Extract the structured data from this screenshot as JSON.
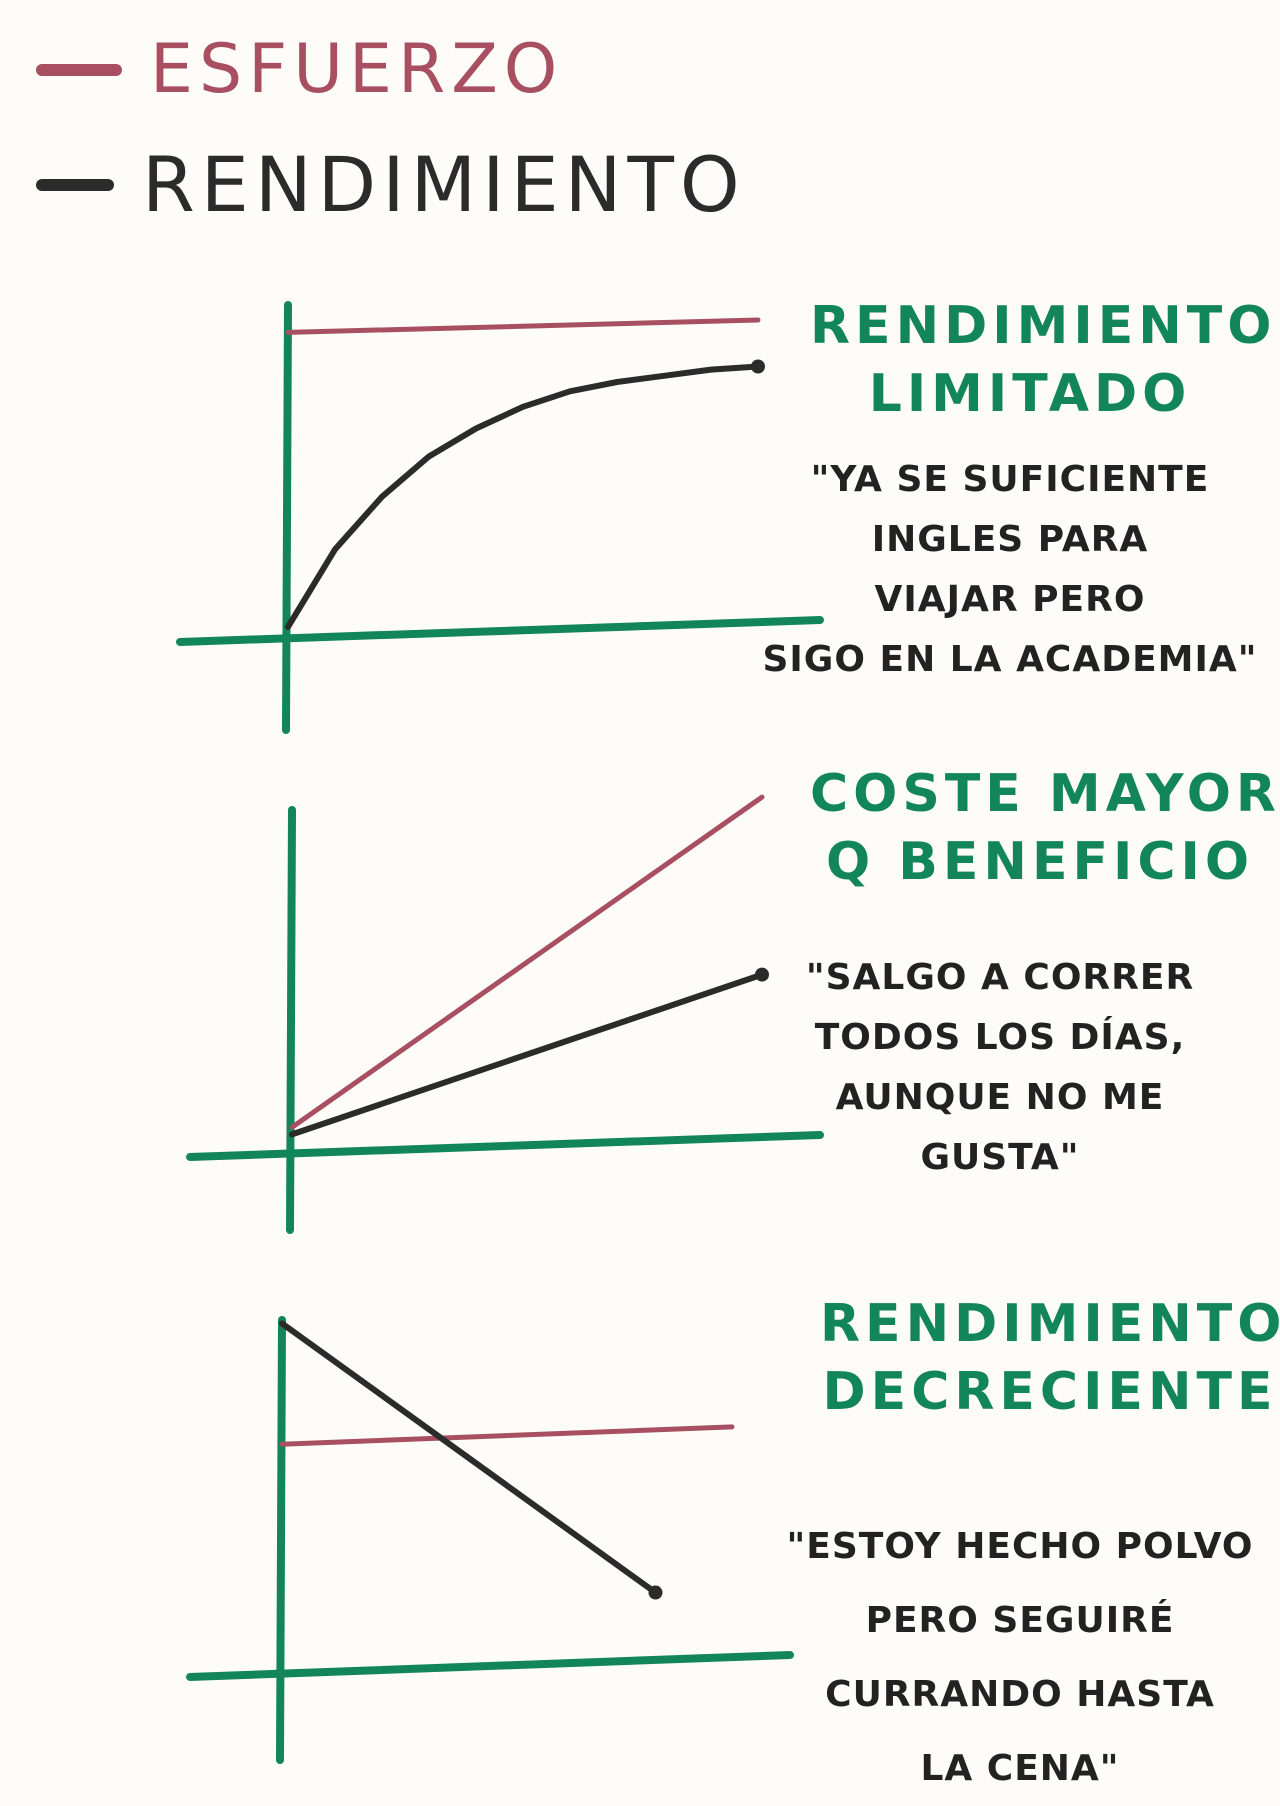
{
  "legend": {
    "effort_label": "ESFUERZO",
    "performance_label": "RENDIMIENTO"
  },
  "colors": {
    "effort": "#a84f62",
    "performance": "#2b2b2b",
    "axes": "#13855a",
    "title": "#13855a"
  },
  "chart_data": [
    {
      "type": "line",
      "title": "RENDIMIENTO LIMITADO",
      "annotation": "\"YA SE SUFICIENTE INGLES PARA VIAJAR PERO SIGO EN LA ACADEMIA\"",
      "xlim": [
        0,
        10
      ],
      "ylim": [
        0,
        10
      ],
      "series": [
        {
          "name": "ESFUERZO",
          "x": [
            0,
            10
          ],
          "y": [
            9.6,
            10
          ]
        },
        {
          "name": "RENDIMIENTO",
          "x": [
            0,
            1,
            2,
            3,
            4,
            5,
            6,
            7,
            8,
            9,
            10
          ],
          "y": [
            0.1,
            2.6,
            4.3,
            5.6,
            6.5,
            7.2,
            7.7,
            8.0,
            8.2,
            8.4,
            8.5
          ]
        }
      ]
    },
    {
      "type": "line",
      "title": "COSTE MAYOR Q BENEFICIO",
      "annotation": "\"SALGO A CORRER TODOS LOS DÍAS, AUNQUE NO ME GUSTA\"",
      "xlim": [
        0,
        10
      ],
      "ylim": [
        0,
        10
      ],
      "series": [
        {
          "name": "ESFUERZO",
          "x": [
            0,
            10
          ],
          "y": [
            0.5,
            9.8
          ]
        },
        {
          "name": "RENDIMIENTO",
          "x": [
            0,
            10
          ],
          "y": [
            0.3,
            4.8
          ]
        }
      ]
    },
    {
      "type": "line",
      "title": "RENDIMIENTO DECRECIENTE",
      "annotation": "\"ESTOY HECHO POLVO PERO SEGUIRÉ CURRANDO HASTA LA CENA\"",
      "xlim": [
        0,
        10
      ],
      "ylim": [
        0,
        10
      ],
      "series": [
        {
          "name": "ESFUERZO",
          "x": [
            0,
            10
          ],
          "y": [
            6.4,
            6.9
          ]
        },
        {
          "name": "RENDIMIENTO",
          "x": [
            0,
            8.3
          ],
          "y": [
            9.9,
            2.1
          ]
        }
      ]
    }
  ],
  "panels": [
    {
      "title_lines": [
        "RENDIMIENTO",
        "LIMITADO"
      ],
      "quote_lines": [
        "\"YA SE SUFICIENTE",
        "INGLES PARA",
        "VIAJAR PERO",
        "SIGO EN LA ACADEMIA\""
      ]
    },
    {
      "title_lines": [
        "COSTE MAYOR",
        "Q BENEFICIO"
      ],
      "quote_lines": [
        "\"SALGO A CORRER",
        "TODOS LOS DÍAS,",
        "AUNQUE NO ME",
        "GUSTA\""
      ]
    },
    {
      "title_lines": [
        "RENDIMIENTO",
        "DECRECIENTE"
      ],
      "quote_lines": [
        "\"ESTOY HECHO POLVO",
        "PERO SEGUIRÉ",
        "CURRANDO HASTA",
        "LA CENA\""
      ]
    }
  ]
}
